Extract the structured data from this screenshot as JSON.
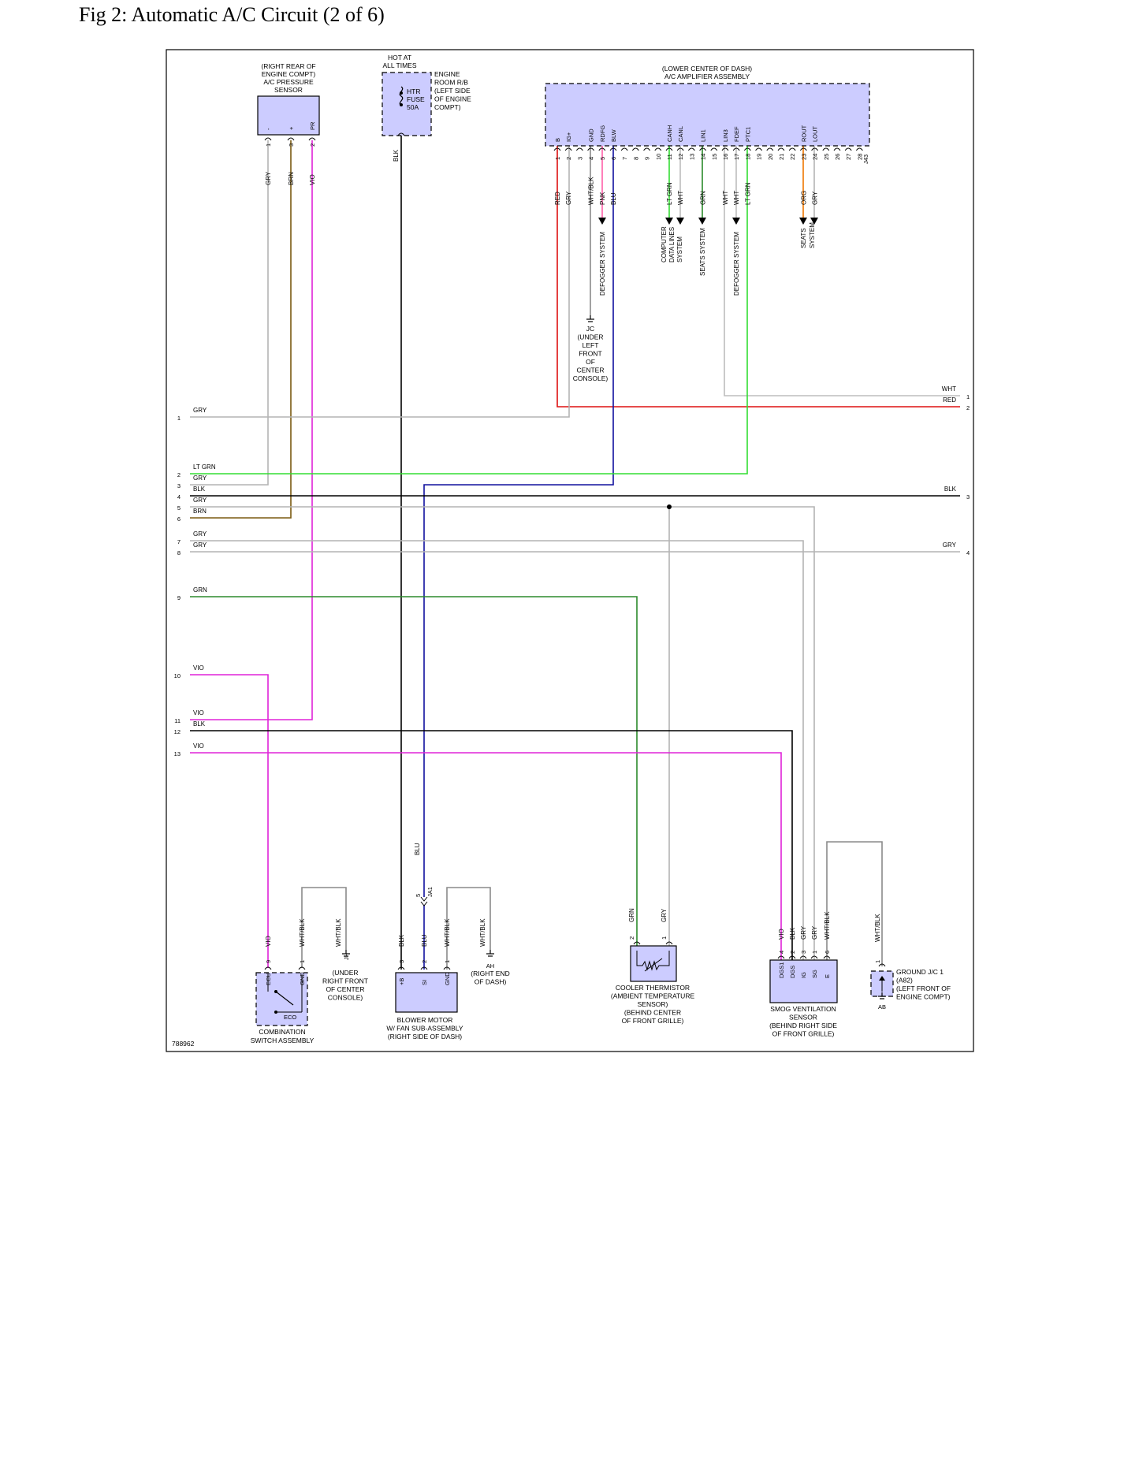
{
  "title": "Fig 2: Automatic A/C Circuit (2 of 6)",
  "figure_id": "788962",
  "colors": {
    "GRY": "#b4b4b4",
    "BRN": "#7a5a10",
    "VIO": "#e023d8",
    "BLK": "#000000",
    "RED": "#dd1111",
    "WHT": "#bdbdbd",
    "WHT/BLK": "#8a8a8a",
    "PNK": "#ff5fa8",
    "BLU": "#10109e",
    "LT GRN": "#33dd33",
    "GRN": "#2b8a2b",
    "ORG": "#ee7700",
    "component_fill": "#ccccff"
  },
  "components": {
    "pressure_sensor": {
      "label": [
        "(RIGHT REAR OF",
        "ENGINE COMPT)",
        "A/C PRESSURE",
        "SENSOR"
      ],
      "pins": [
        {
          "num": "1",
          "name": "-",
          "wire": "GRY"
        },
        {
          "num": "3",
          "name": "+",
          "wire": "BRN"
        },
        {
          "num": "2",
          "name": "PR",
          "wire": "VIO"
        }
      ]
    },
    "fuse": {
      "header": [
        "HOT AT",
        "ALL TIMES"
      ],
      "inside": [
        "HTR",
        "FUSE",
        "50A"
      ],
      "location": [
        "ENGINE",
        "ROOM R/B",
        "(LEFT SIDE",
        "OF ENGINE",
        "COMPT)"
      ],
      "wire": "BLK"
    },
    "amplifier": {
      "label": [
        "(LOWER CENTER OF DASH)",
        "A/C AMPLIFIER ASSEMBLY"
      ],
      "connector": "J43",
      "pins": [
        {
          "num": "1",
          "name": "B",
          "wire": "RED"
        },
        {
          "num": "2",
          "name": "IG+",
          "wire": "GRY"
        },
        {
          "num": "3",
          "name": "",
          "wire": ""
        },
        {
          "num": "4",
          "name": "GND",
          "wire": "WHT/BLK"
        },
        {
          "num": "5",
          "name": "RDFG",
          "wire": "PNK"
        },
        {
          "num": "6",
          "name": "BLW",
          "wire": "BLU"
        },
        {
          "num": "7",
          "name": "",
          "wire": ""
        },
        {
          "num": "8",
          "name": "",
          "wire": ""
        },
        {
          "num": "9",
          "name": "",
          "wire": ""
        },
        {
          "num": "10",
          "name": "",
          "wire": ""
        },
        {
          "num": "11",
          "name": "CANH",
          "wire": "LT GRN"
        },
        {
          "num": "12",
          "name": "CANL",
          "wire": "WHT"
        },
        {
          "num": "13",
          "name": "",
          "wire": ""
        },
        {
          "num": "14",
          "name": "LIN1",
          "wire": "GRN"
        },
        {
          "num": "15",
          "name": "",
          "wire": ""
        },
        {
          "num": "16",
          "name": "LIN3",
          "wire": "WHT"
        },
        {
          "num": "17",
          "name": "FDEF",
          "wire": "WHT"
        },
        {
          "num": "18",
          "name": "PTC1",
          "wire": "LT GRN"
        },
        {
          "num": "19",
          "name": "",
          "wire": ""
        },
        {
          "num": "20",
          "name": "",
          "wire": ""
        },
        {
          "num": "21",
          "name": "",
          "wire": ""
        },
        {
          "num": "22",
          "name": "",
          "wire": ""
        },
        {
          "num": "23",
          "name": "ROUT",
          "wire": "ORG"
        },
        {
          "num": "24",
          "name": "LOUT",
          "wire": "GRY"
        },
        {
          "num": "25",
          "name": "",
          "wire": ""
        },
        {
          "num": "26",
          "name": "",
          "wire": ""
        },
        {
          "num": "27",
          "name": "",
          "wire": ""
        },
        {
          "num": "28",
          "name": "",
          "wire": ""
        }
      ],
      "destinations": {
        "defogger1": "DEFOGGER SYSTEM",
        "computer": [
          "COMPUTER",
          "DATA LINES",
          "SYSTEM"
        ],
        "seats1": "SEATS SYSTEM",
        "defogger2": "DEFOGGER SYSTEM",
        "seats2": [
          "SEATS",
          "SYSTEM"
        ]
      }
    },
    "ground_jc": {
      "label": [
        "JC",
        "(UNDER",
        "LEFT",
        "FRONT",
        "OF",
        "CENTER",
        "CONSOLE)"
      ]
    },
    "combination_switch": {
      "label": [
        "COMBINATION",
        "SWITCH ASSEMBLY"
      ],
      "pins": [
        {
          "num": "9",
          "name": "ECU",
          "wire": "VIO"
        },
        {
          "num": "1",
          "name": "GND",
          "wire": "WHT/BLK"
        }
      ],
      "switch_label": "ECO",
      "ground_wire": "WHT/BLK",
      "ground_id": "JH",
      "ground_label": [
        "(UNDER",
        "RIGHT FRONT",
        "OF CENTER",
        "CONSOLE)"
      ]
    },
    "blower_motor": {
      "label": [
        "BLOWER MOTOR",
        "W/ FAN SUB-ASSEMBLY",
        "(RIGHT SIDE OF DASH)"
      ],
      "pins": [
        {
          "num": "3",
          "name": "+B",
          "wire": "BLK"
        },
        {
          "num": "2",
          "name": "SI",
          "wire": "BLU"
        },
        {
          "num": "1",
          "name": "GND",
          "wire": "WHT/BLK"
        }
      ],
      "inline_connector": {
        "pin": "5",
        "id": "JA1",
        "wire": "BLU"
      },
      "ground_wire": "WHT/BLK",
      "ground_id": "AH",
      "ground_label": [
        "(RIGHT END",
        "OF DASH)"
      ]
    },
    "thermistor": {
      "label": [
        "COOLER THERMISTOR",
        "(AMBIENT TEMPERATURE",
        "SENSOR)",
        "(BEHIND CENTER",
        "OF FRONT GRILLE)"
      ],
      "pins": [
        {
          "num": "2",
          "wire": "GRN"
        },
        {
          "num": "1",
          "wire": "GRY"
        }
      ]
    },
    "smog_sensor": {
      "label": [
        "SMOG VENTILATION",
        "SENSOR",
        "(BEHIND RIGHT SIDE",
        "OF FRONT GRILLE)"
      ],
      "pins": [
        {
          "num": "4",
          "name": "DGS1",
          "wire": "VIO"
        },
        {
          "num": "2",
          "name": "DGS",
          "wire": "BLK"
        },
        {
          "num": "3",
          "name": "IG",
          "wire": "GRY"
        },
        {
          "num": "1",
          "name": "SG",
          "wire": "GRY"
        },
        {
          "num": "6",
          "name": "E",
          "wire": "WHT/BLK"
        }
      ]
    },
    "ground_jc1": {
      "label": [
        "GROUND J/C 1",
        "(A82)",
        "(LEFT FRONT OF",
        "ENGINE COMPT)"
      ],
      "pin": "1",
      "wire": "WHT/BLK",
      "ground_id": "AB"
    }
  },
  "left_connections": [
    {
      "num": "1",
      "color": "GRY"
    },
    {
      "num": "2",
      "color": "LT GRN"
    },
    {
      "num": "3",
      "color": "GRY"
    },
    {
      "num": "4",
      "color": "BLK"
    },
    {
      "num": "5",
      "color": "GRY"
    },
    {
      "num": "6",
      "color": "BRN"
    },
    {
      "num": "7",
      "color": "GRY"
    },
    {
      "num": "8",
      "color": "GRY"
    },
    {
      "num": "9",
      "color": "GRN"
    },
    {
      "num": "10",
      "color": "VIO"
    },
    {
      "num": "11",
      "color": "VIO"
    },
    {
      "num": "12",
      "color": "BLK"
    },
    {
      "num": "13",
      "color": "VIO"
    }
  ],
  "right_connections": [
    {
      "num": "1",
      "color": "WHT"
    },
    {
      "num": "2",
      "color": "RED"
    },
    {
      "num": "3",
      "color": "BLK"
    },
    {
      "num": "4",
      "color": "GRY"
    }
  ]
}
